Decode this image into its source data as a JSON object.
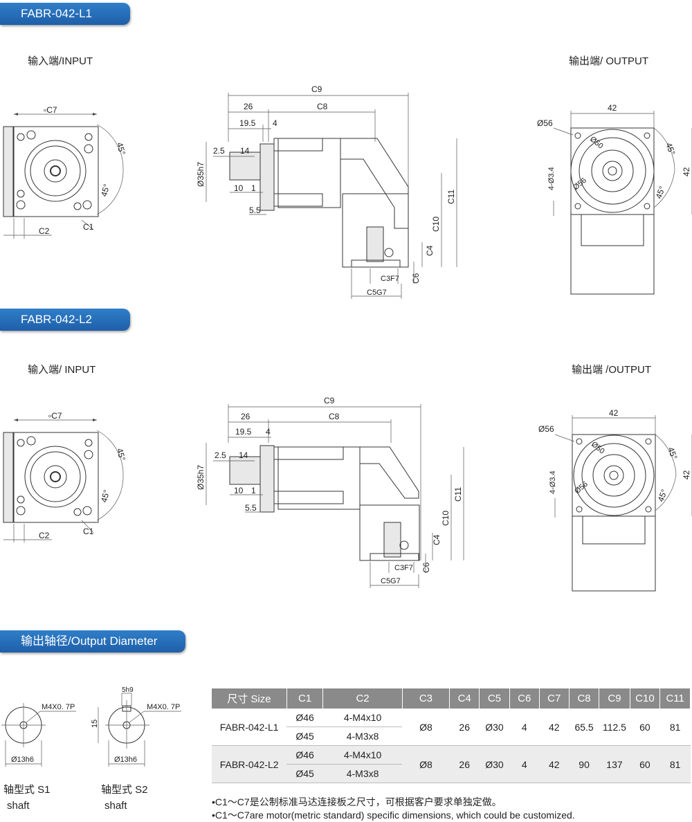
{
  "sections": {
    "l1_title": "FABR-042-L1",
    "l2_title": "FABR-042-L2",
    "diameter_title": "输出轴径/Output Diameter"
  },
  "views": {
    "l1_input": "输入端/INPUT",
    "l1_output": "输出端/ OUTPUT",
    "l2_input": "输入端/ INPUT",
    "l2_output": "输出端 /OUTPUT"
  },
  "dims": {
    "c7": "▫C7",
    "c2": "C2",
    "c1": "C1",
    "deg45": "45°",
    "c9": "C9",
    "c8": "C8",
    "d26": "26",
    "d19_5": "19.5",
    "d4": "4",
    "d2_5": "2.5",
    "d14": "14",
    "d35h7": "Ø35h7",
    "d10": "10",
    "d1": "1",
    "d5_5": "5.5",
    "c11": "C11",
    "c10": "C10",
    "c4": "C4",
    "c6": "C6",
    "c3f7": "C3F7",
    "c5g7": "C5G7",
    "d42": "42",
    "d56": "Ø56",
    "d50": "Ø50",
    "d4_34": "4-Ø3.4"
  },
  "shafts": {
    "s1_thread": "M4X0. 7P",
    "s1_dia": "Ø13h6",
    "s1_label": "轴型式 S1",
    "s1_sub": "shaft",
    "s2_key": "5h9",
    "s2_thread": "M4X0. 7P",
    "s2_height": "15",
    "s2_dia": "Ø13h6",
    "s2_label": "轴型式 S2",
    "s2_sub": "shaft"
  },
  "table": {
    "headers": [
      "尺寸 Size",
      "C1",
      "C2",
      "C3",
      "C4",
      "C5",
      "C6",
      "C7",
      "C8",
      "C9",
      "C10",
      "C11"
    ],
    "rows": [
      {
        "size": "FABR-042-L1",
        "c1a": "Ø46",
        "c2a": "4-M4x10",
        "c1b": "Ø45",
        "c2b": "4-M3x8",
        "c3": "Ø8",
        "c4": "26",
        "c5": "Ø30",
        "c6": "4",
        "c7": "42",
        "c8": "65.5",
        "c9": "112.5",
        "c10": "60",
        "c11": "81"
      },
      {
        "size": "FABR-042-L2",
        "c1a": "Ø46",
        "c2a": "4-M4x10",
        "c1b": "Ø45",
        "c2b": "4-M3x8",
        "c3": "Ø8",
        "c4": "26",
        "c5": "Ø30",
        "c6": "4",
        "c7": "42",
        "c8": "90",
        "c9": "137",
        "c10": "60",
        "c11": "81"
      }
    ]
  },
  "notes": {
    "cn": "•C1～C7是公制标准马达连接板之尺寸，可根据客户要求单独定做。",
    "en": "•C1～C7are motor(metric standard) specific dimensions, which could be customized."
  }
}
